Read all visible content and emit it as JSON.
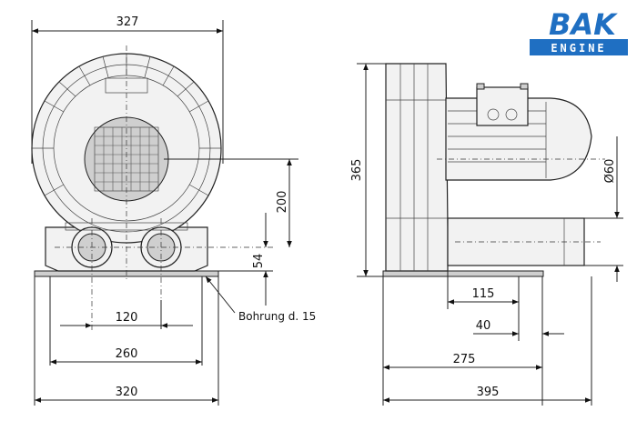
{
  "logo": {
    "brand": "BAK",
    "sub": "ENGINE",
    "brand_color": "#1f6fc2",
    "sub_bg": "#1f6fc2"
  },
  "dimensions": {
    "front_width_top": "327",
    "height_200": "200",
    "height_54": "54",
    "spacing_120": "120",
    "base_260": "260",
    "base_320": "320",
    "side_height": "365",
    "diameter": "Ø60",
    "side_115": "115",
    "side_40": "40",
    "side_275": "275",
    "side_395": "395"
  },
  "notes": {
    "bore": "Bohrung d. 15"
  }
}
